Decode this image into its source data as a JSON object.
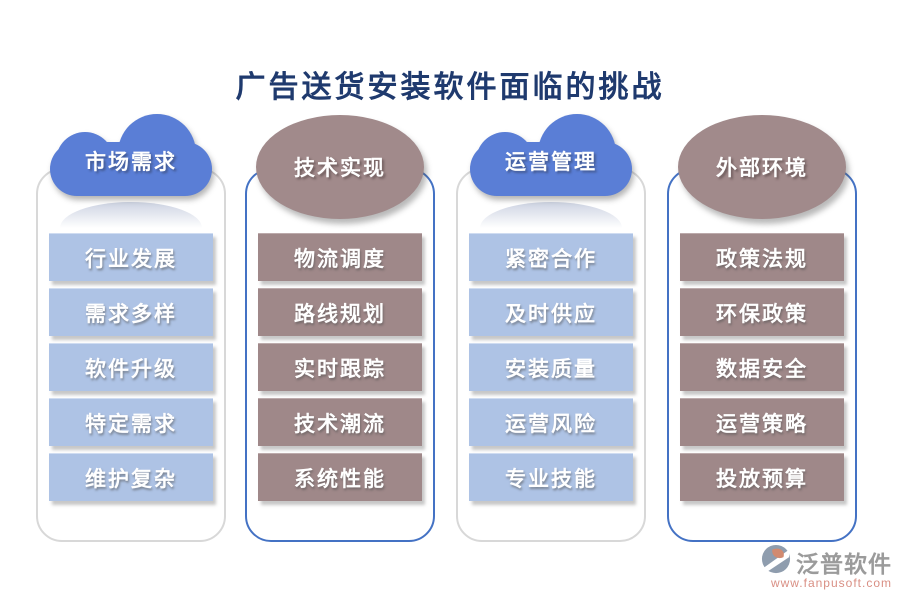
{
  "title": "广告送货安装软件面临的挑战",
  "columns": [
    {
      "header": "市场需求",
      "header_shape": "cloud",
      "items": [
        "行业发展",
        "需求多样",
        "软件升级",
        "特定需求",
        "维护复杂"
      ]
    },
    {
      "header": "技术实现",
      "header_shape": "ellipse",
      "items": [
        "物流调度",
        "路线规划",
        "实时跟踪",
        "技术潮流",
        "系统性能"
      ]
    },
    {
      "header": "运营管理",
      "header_shape": "cloud",
      "items": [
        "紧密合作",
        "及时供应",
        "安装质量",
        "运营风险",
        "专业技能"
      ]
    },
    {
      "header": "外部环境",
      "header_shape": "ellipse",
      "items": [
        "政策法规",
        "环保政策",
        "数据安全",
        "运营策略",
        "投放预算"
      ]
    }
  ],
  "watermark": {
    "brand": "泛普软件",
    "url": "www.fanpusoft.com"
  },
  "colors": {
    "cloud_blue": "#5a7ed6",
    "item_blue": "#aec3e5",
    "ellipse_brown": "#a18a8b",
    "item_brown": "#9f8889",
    "title_navy": "#1f3a6e",
    "border_blue": "#4472c4",
    "border_grey": "#d8d8d8",
    "brand_grey": "#9b9b9b",
    "url_salmon": "#d98f84"
  }
}
